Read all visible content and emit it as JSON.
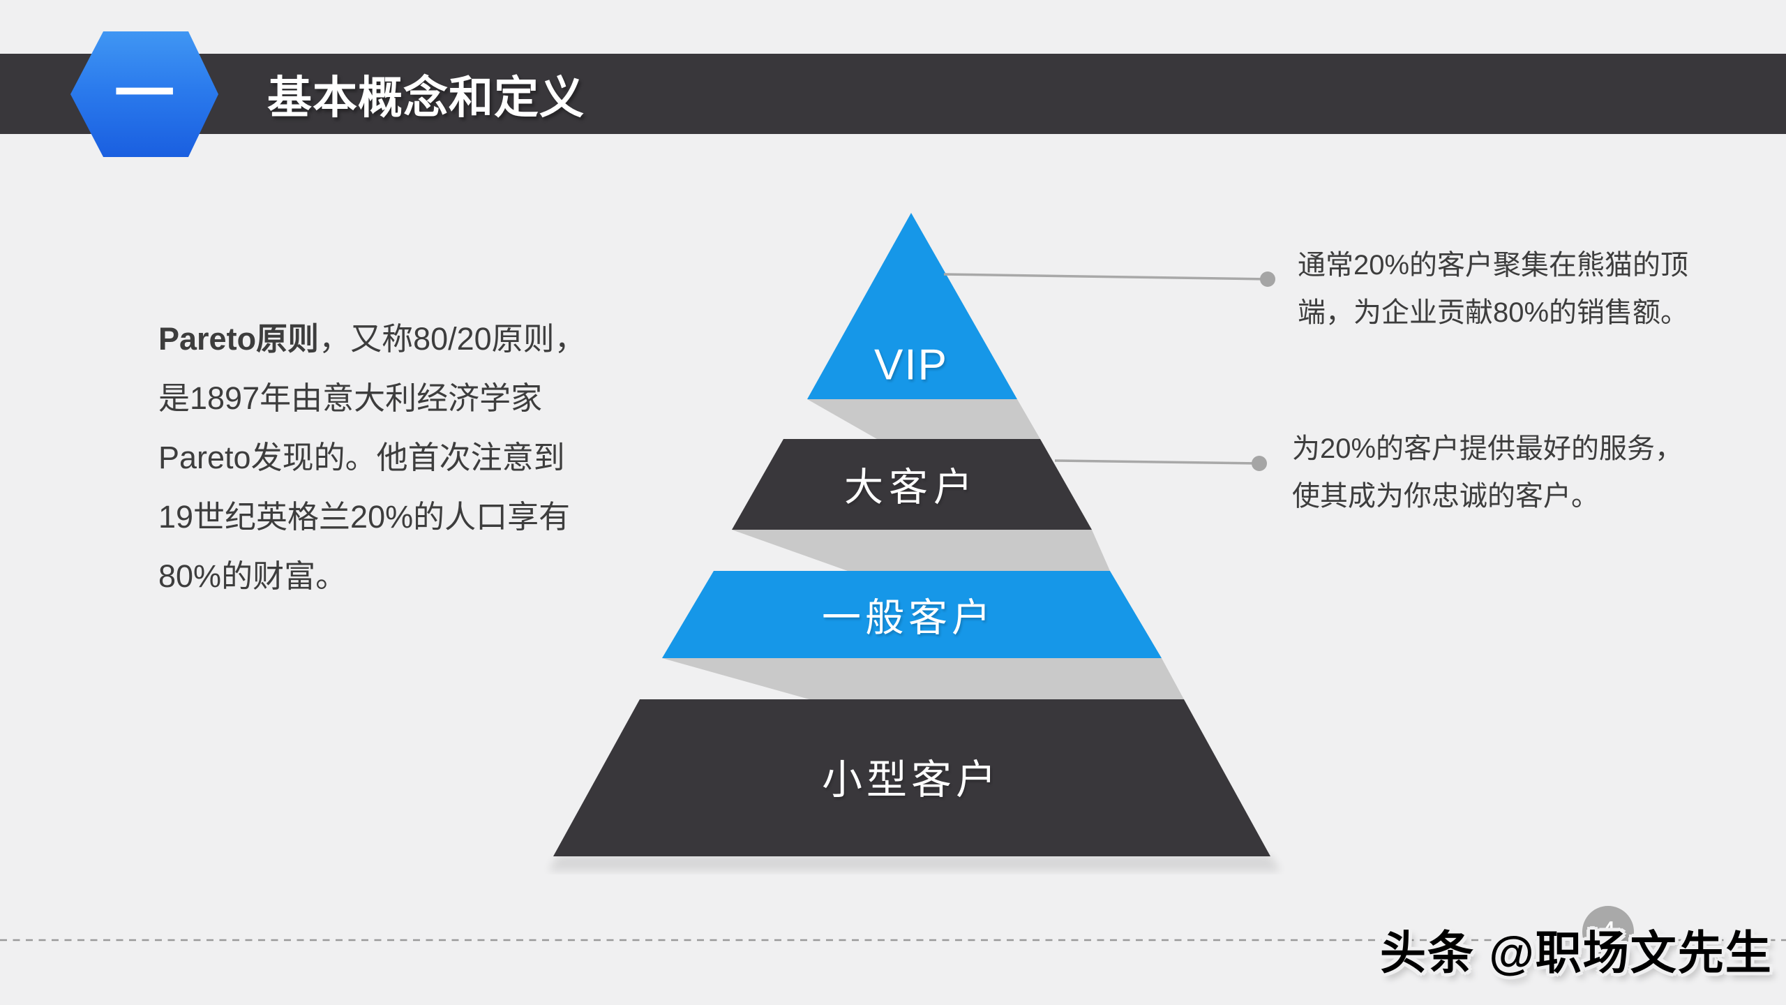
{
  "slide": {
    "background_color": "#f0f0f1",
    "header": {
      "badge_number": "一",
      "title": "基本概念和定义",
      "bar_color": "#39373b",
      "hexagon_gradient_top": "#4096f3",
      "hexagon_gradient_bottom": "#1a5fe0"
    },
    "intro": {
      "line1_bold": "Pareto原则",
      "line1_rest": "，又称80/20原则，",
      "line2": "是1897年由意大利经济学家",
      "line3": "Pareto发现的。他首次注意到",
      "line4": "19世纪英格兰20%的人口享有",
      "line5": "80%的财富。",
      "text_color": "#3d3d3d"
    },
    "pyramid": {
      "blue_color": "#1697e8",
      "dark_color": "#39373b",
      "shadow_color": "#c9c9c9",
      "tiers": [
        {
          "label": "VIP"
        },
        {
          "label": "大客户"
        },
        {
          "label": "一般客户"
        },
        {
          "label": "小型客户"
        }
      ]
    },
    "connectors": {
      "line_color": "#a8a8a8",
      "dot_color": "#a5a5a5"
    },
    "annotations": [
      {
        "line1": "通常20%的客户聚集在熊猫的顶",
        "line2": "端，为企业贡献80%的销售额。"
      },
      {
        "line1": "为20%的客户提供最好的服务，",
        "line2": "使其成为你忠诚的客户。"
      }
    ],
    "footer": {
      "dashed_line_color": "#9a9a9a",
      "page_number": "4",
      "page_circle_color": "#a9a9a9",
      "watermark": "头条 @职场文先生"
    }
  }
}
